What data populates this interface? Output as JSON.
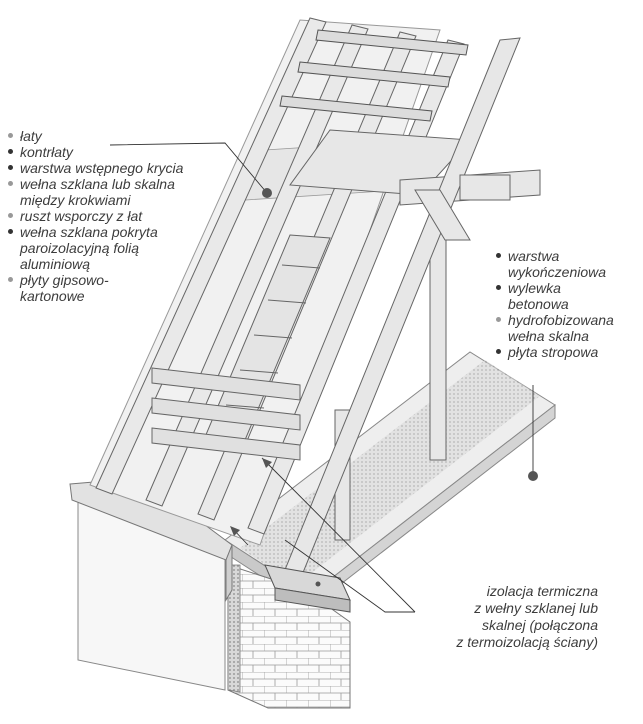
{
  "left_legend": {
    "items": [
      {
        "text": "łaty",
        "dark": false
      },
      {
        "text": "kontrłaty",
        "dark": true
      },
      {
        "text": "warstwa wstępnego krycia",
        "dark": true
      },
      {
        "text": "wełna szklana lub skalna\nmiędzy krokwiami",
        "dark": false
      },
      {
        "text": "ruszt wsporczy z łat",
        "dark": false
      },
      {
        "text": "wełna szklana pokryta\nparoizolacyjną folią\naluminiową",
        "dark": true
      },
      {
        "text": "płyty gipsowo-\nkartonowe",
        "dark": false
      }
    ]
  },
  "right_legend": {
    "items": [
      {
        "text": "warstwa\nwykończeniowa",
        "dark": true
      },
      {
        "text": "wylewka\nbetonowa",
        "dark": true
      },
      {
        "text": "hydrofobizowana\nwełna skalna",
        "dark": false
      },
      {
        "text": "płyta stropowa",
        "dark": true
      }
    ]
  },
  "bottom_note": {
    "lines": [
      "izolacja termiczna",
      "z wełny szklanej lub",
      "skalnej (połączona",
      "z termoizolacją ściany)"
    ]
  }
}
